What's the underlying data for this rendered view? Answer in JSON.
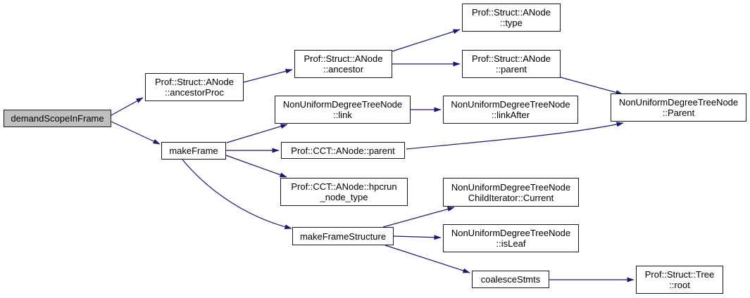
{
  "diagram": {
    "kind": "call-graph",
    "root": "demandScopeInFrame"
  },
  "colors": {
    "background": "#ffffff",
    "edge": "#191970",
    "node_border": "#1a1a1a",
    "node_fill": "#ffffff",
    "highlight_fill": "#bfbfbf",
    "text": "#000000"
  },
  "nodes": [
    {
      "id": "demandScopeInFrame",
      "label": "demandScopeInFrame",
      "highlighted": true
    },
    {
      "id": "struct-anode-ancestorproc",
      "label": "Prof::Struct::ANode\n::ancestorProc",
      "highlighted": false
    },
    {
      "id": "struct-anode-ancestor",
      "label": "Prof::Struct::ANode\n::ancestor",
      "highlighted": false
    },
    {
      "id": "struct-anode-type",
      "label": "Prof::Struct::ANode\n::type",
      "highlighted": false
    },
    {
      "id": "struct-anode-parent",
      "label": "Prof::Struct::ANode\n::parent",
      "highlighted": false
    },
    {
      "id": "nudtn-parent",
      "label": "NonUniformDegreeTreeNode\n::Parent",
      "highlighted": false
    },
    {
      "id": "nudtn-link",
      "label": "NonUniformDegreeTreeNode\n::link",
      "highlighted": false
    },
    {
      "id": "nudtn-linkafter",
      "label": "NonUniformDegreeTreeNode\n::linkAfter",
      "highlighted": false
    },
    {
      "id": "makeframe",
      "label": "makeFrame",
      "highlighted": false
    },
    {
      "id": "cct-anode-parent",
      "label": "Prof::CCT::ANode::parent",
      "highlighted": false
    },
    {
      "id": "cct-anode-hpcrun-node-type",
      "label": "Prof::CCT::ANode::hpcrun\n_node_type",
      "highlighted": false
    },
    {
      "id": "makeframestructure",
      "label": "makeFrameStructure",
      "highlighted": false
    },
    {
      "id": "nudtn-childiterator-current",
      "label": "NonUniformDegreeTreeNode\nChildIterator::Current",
      "highlighted": false
    },
    {
      "id": "nudtn-isleaf",
      "label": "NonUniformDegreeTreeNode\n::isLeaf",
      "highlighted": false
    },
    {
      "id": "coalescestmts",
      "label": "coalesceStmts",
      "highlighted": false
    },
    {
      "id": "struct-tree-root",
      "label": "Prof::Struct::Tree\n::root",
      "highlighted": false
    }
  ],
  "edges": [
    {
      "from": "demandScopeInFrame",
      "to": "struct-anode-ancestorproc"
    },
    {
      "from": "demandScopeInFrame",
      "to": "makeframe"
    },
    {
      "from": "struct-anode-ancestorproc",
      "to": "struct-anode-ancestor"
    },
    {
      "from": "struct-anode-ancestor",
      "to": "struct-anode-type"
    },
    {
      "from": "struct-anode-ancestor",
      "to": "struct-anode-parent"
    },
    {
      "from": "struct-anode-parent",
      "to": "nudtn-parent"
    },
    {
      "from": "cct-anode-parent",
      "to": "nudtn-parent"
    },
    {
      "from": "makeframe",
      "to": "nudtn-link"
    },
    {
      "from": "makeframe",
      "to": "cct-anode-parent"
    },
    {
      "from": "makeframe",
      "to": "cct-anode-hpcrun-node-type"
    },
    {
      "from": "makeframe",
      "to": "makeframestructure"
    },
    {
      "from": "nudtn-link",
      "to": "nudtn-linkafter"
    },
    {
      "from": "makeframestructure",
      "to": "nudtn-childiterator-current"
    },
    {
      "from": "makeframestructure",
      "to": "nudtn-isleaf"
    },
    {
      "from": "makeframestructure",
      "to": "coalescestmts"
    },
    {
      "from": "coalescestmts",
      "to": "struct-tree-root"
    }
  ]
}
